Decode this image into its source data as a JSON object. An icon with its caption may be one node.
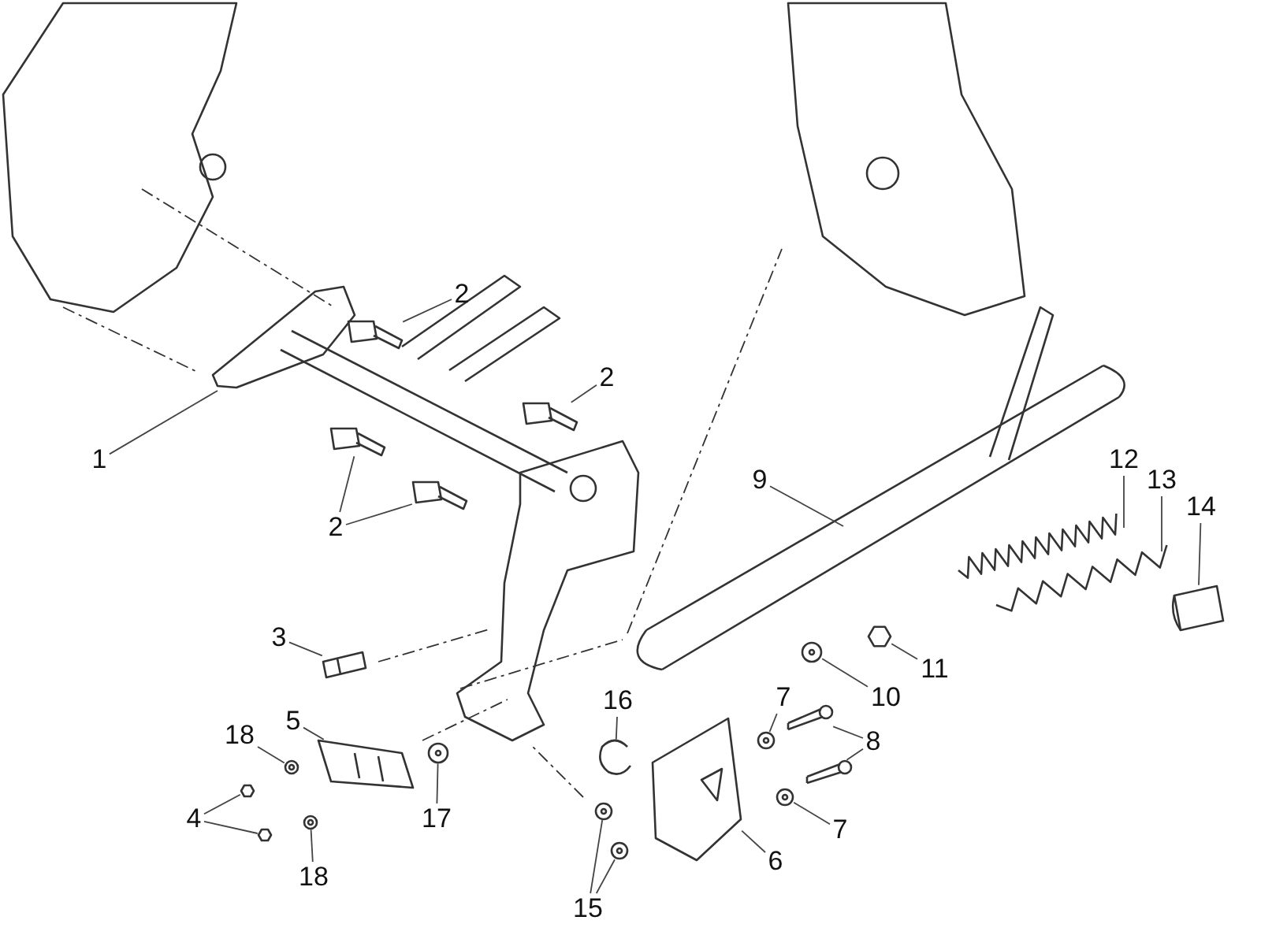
{
  "diagram": {
    "nodes": [
      {
        "text": [
          "2"
        ]
      },
      {
        "text": [
          "2"
        ]
      },
      {
        "text": [
          "1"
        ]
      },
      {
        "text": [
          "9"
        ]
      },
      {
        "text": [
          "12"
        ]
      },
      {
        "text": [
          "13"
        ]
      },
      {
        "text": [
          "14"
        ]
      },
      {
        "text": [
          "2"
        ]
      },
      {
        "text": [
          "3"
        ]
      },
      {
        "text": [
          "11"
        ]
      },
      {
        "text": [
          "10"
        ]
      },
      {
        "text": [
          "7"
        ]
      },
      {
        "text": [
          "16"
        ]
      },
      {
        "text": [
          "5"
        ]
      },
      {
        "text": [
          "18"
        ]
      },
      {
        "text": [
          "8"
        ]
      },
      {
        "text": [
          "4"
        ]
      },
      {
        "text": [
          "17"
        ]
      },
      {
        "text": [
          "7"
        ]
      },
      {
        "text": [
          "6"
        ]
      },
      {
        "text": [
          "18"
        ]
      },
      {
        "text": [
          "15"
        ]
      },
      {
        "text": [],
        "shape": "picture"
      },
      {
        "text": [],
        "shape": "picture"
      },
      {
        "text": [],
        "shape": "picture"
      },
      {
        "text": [],
        "shape": "picture"
      },
      {
        "text": [],
        "shape": "picture"
      },
      {
        "text": [],
        "shape": "picture"
      },
      {
        "text": [],
        "shape": "picture"
      },
      {
        "text": [],
        "shape": "picture"
      },
      {
        "text": [],
        "shape": "picture"
      },
      {
        "text": [],
        "shape": "picture"
      },
      {
        "text": [],
        "shape": "picture"
      },
      {
        "text": [],
        "shape": "picture"
      },
      {
        "text": [],
        "shape": "picture"
      },
      {
        "text": [],
        "shape": "picture"
      },
      {
        "text": [],
        "shape": "picture"
      },
      {
        "text": [],
        "shape": "picture"
      },
      {
        "text": [],
        "shape": "picture"
      },
      {
        "text": [],
        "shape": "picture"
      },
      {
        "text": [],
        "shape": "picture"
      },
      {
        "text": [],
        "shape": "picture"
      },
      {
        "text": [],
        "shape": "picture"
      },
      {
        "text": [],
        "shape": "picture"
      },
      {
        "text": [],
        "shape": "picture"
      },
      {
        "text": [],
        "shape": "picture"
      }
    ],
    "edges": [
      {
        "from": 0,
        "to": 22,
        "arrow": "none"
      },
      {
        "from": 1,
        "to": 23,
        "arrow": "none"
      },
      {
        "from": 2,
        "to": null,
        "arrow": "none"
      },
      {
        "from": 3,
        "to": null,
        "arrow": "none"
      },
      {
        "from": 4,
        "to": 24,
        "arrow": "none"
      },
      {
        "from": 5,
        "to": 25,
        "arrow": "none"
      },
      {
        "from": 6,
        "to": 26,
        "arrow": "none"
      },
      {
        "from": 7,
        "to": 27,
        "arrow": "none"
      },
      {
        "from": 7,
        "to": 28,
        "arrow": "none"
      },
      {
        "from": 8,
        "to": 29,
        "arrow": "none"
      },
      {
        "from": 9,
        "to": 30,
        "arrow": "none"
      },
      {
        "from": 10,
        "to": 31,
        "arrow": "none"
      },
      {
        "from": 11,
        "to": 32,
        "arrow": "none"
      },
      {
        "from": 12,
        "to": 33,
        "arrow": "none"
      },
      {
        "from": 13,
        "to": 34,
        "arrow": "none"
      },
      {
        "from": 14,
        "to": 35,
        "arrow": "none"
      },
      {
        "from": 15,
        "to": 36,
        "arrow": "none"
      },
      {
        "from": 15,
        "to": 37,
        "arrow": "none"
      },
      {
        "from": 16,
        "to": 38,
        "arrow": "none"
      },
      {
        "from": 16,
        "to": 39,
        "arrow": "none"
      },
      {
        "from": 17,
        "to": 40,
        "arrow": "none"
      },
      {
        "from": 18,
        "to": 41,
        "arrow": "none"
      },
      {
        "from": 19,
        "to": 42,
        "arrow": "none"
      },
      {
        "from": 20,
        "to": 43,
        "arrow": "none"
      },
      {
        "from": 21,
        "to": 44,
        "arrow": "none"
      },
      {
        "from": 21,
        "to": 45,
        "arrow": "none"
      }
    ]
  }
}
